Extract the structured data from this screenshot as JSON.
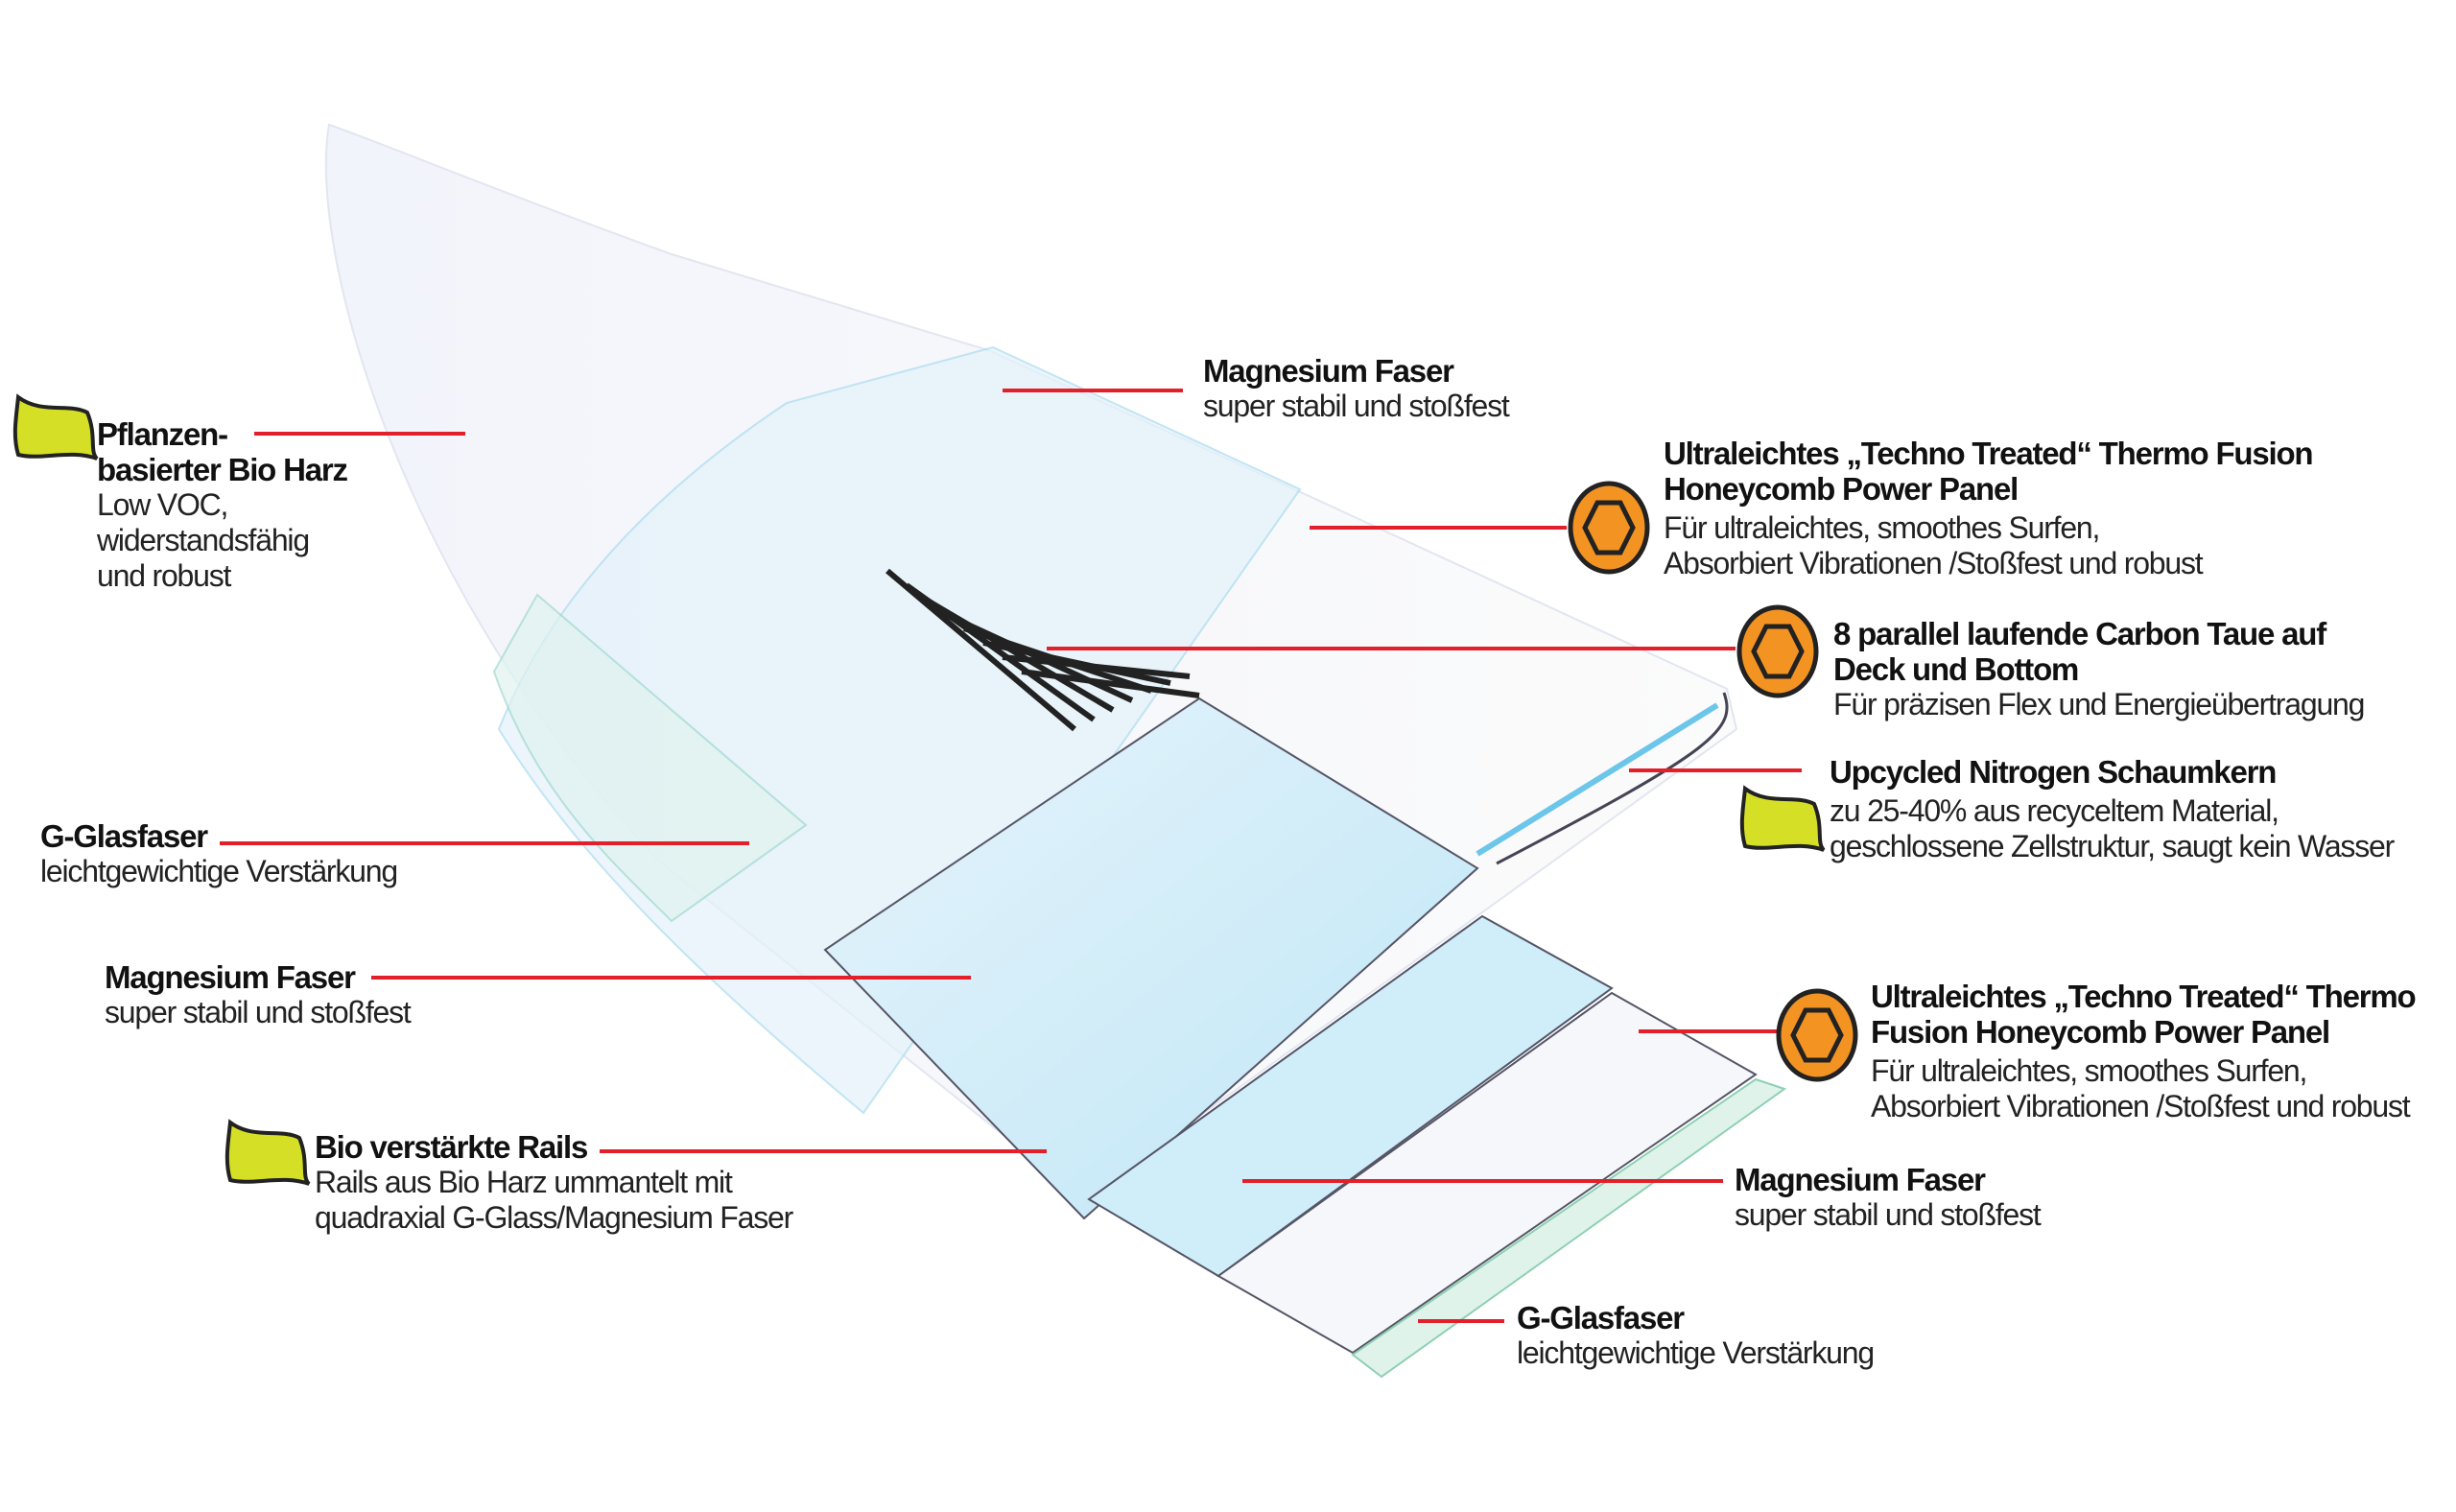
{
  "colors": {
    "leader": "#e3202a",
    "leaf": "#d4df25",
    "hex": "#f39322",
    "layer_blue": "#bfe6f6"
  },
  "labels": {
    "bio_harz": {
      "title1": "Pflanzen-",
      "title2": "basierter Bio Harz",
      "d1": "Low VOC,",
      "d2": "widerstandsfähig",
      "d3": "und robust",
      "icon": "leaf-icon"
    },
    "magnesium_top": {
      "title": "Magnesium Faser",
      "d1": "super stabil und stoßfest"
    },
    "panel_top": {
      "title1": "Ultraleichtes „Techno Treated“ Thermo Fusion",
      "title2": "Honeycomb Power Panel",
      "d1": "Für ultraleichtes, smoothes Surfen,",
      "d2": "Absorbiert Vibrationen /Stoßfest und robust",
      "icon": "hexagon-icon"
    },
    "carbon": {
      "title1": "8 parallel laufende Carbon Taue auf",
      "title2": "Deck und Bottom",
      "d1": "Für präzisen Flex und Energieübertragung",
      "icon": "hexagon-icon"
    },
    "foam": {
      "title": "Upcycled Nitrogen Schaumkern",
      "d1": "zu 25-40% aus recyceltem Material,",
      "d2": "geschlossene Zellstruktur, saugt kein Wasser",
      "icon": "leaf-icon"
    },
    "glas_left": {
      "title": "G-Glasfaser",
      "d1": "leichtgewichtige Verstärkung"
    },
    "magnesium_left": {
      "title": "Magnesium Faser",
      "d1": "super stabil und stoßfest"
    },
    "panel_bottom": {
      "title1": "Ultraleichtes „Techno Treated“ Thermo",
      "title2": "Fusion Honeycomb Power Panel",
      "d1": "Für ultraleichtes, smoothes Surfen,",
      "d2": "Absorbiert Vibrationen /Stoßfest und robust",
      "icon": "hexagon-icon"
    },
    "rails": {
      "title": "Bio verstärkte Rails",
      "d1": "Rails aus Bio Harz ummantelt mit",
      "d2": "quadraxial G-Glass/Magnesium Faser",
      "icon": "leaf-icon"
    },
    "magnesium_bottom": {
      "title": "Magnesium Faser",
      "d1": "super stabil und stoßfest"
    },
    "glas_bottom": {
      "title": "G-Glasfaser",
      "d1": "leichtgewichtige Verstärkung"
    }
  }
}
